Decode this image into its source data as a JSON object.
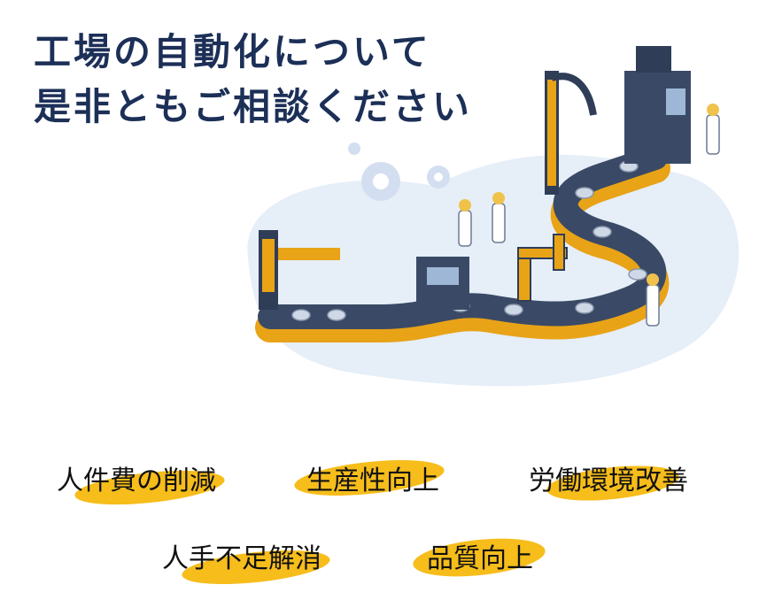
{
  "headline": {
    "line1": "工場の自動化について",
    "line2": "是非ともご相談ください"
  },
  "benefits": [
    {
      "label": "人件費の削減"
    },
    {
      "label": "生産性向上"
    },
    {
      "label": "労働環境改善"
    },
    {
      "label": "人手不足解消"
    },
    {
      "label": "品質向上"
    }
  ],
  "colors": {
    "headline": "#1c2f57",
    "highlight": "#f6bd1b",
    "conveyor_dark": "#3a4a66",
    "conveyor_yellow": "#e8a317",
    "backdrop": "#e6eef8"
  },
  "illustration": {
    "icon": "factory-conveyor-illustration"
  }
}
